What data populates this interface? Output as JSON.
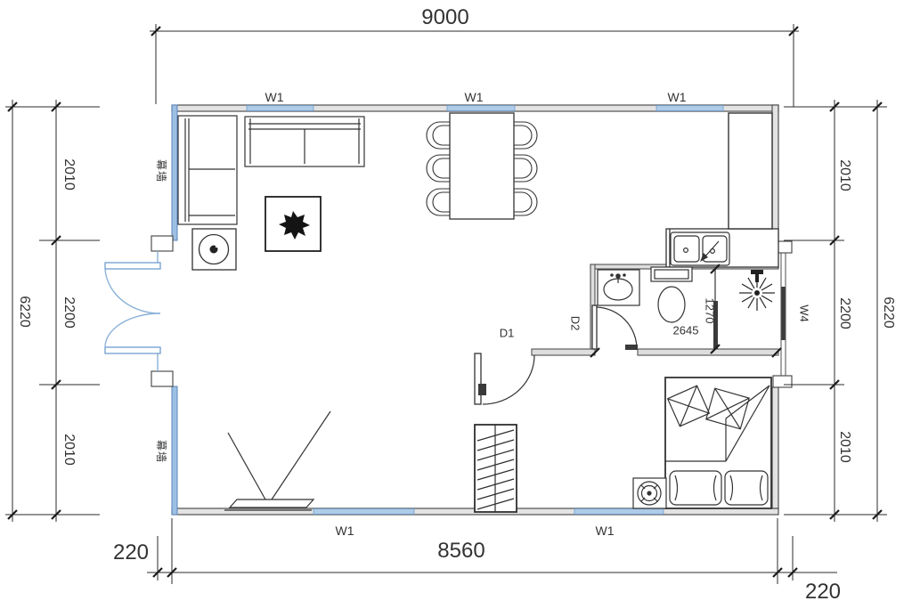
{
  "dims": {
    "total_width": "9000",
    "total_height": "6220",
    "inner_width": "8560",
    "side_offset_left": "220",
    "side_offset_right": "220",
    "seg_top": "2010",
    "seg_mid": "2200",
    "seg_bot": "2010",
    "bath_width": "2645",
    "bath_depth": "1270"
  },
  "windows": {
    "w1": "W1",
    "w4": "W4"
  },
  "doors": {
    "d1": "D1",
    "d2": "D2"
  },
  "annotations": {
    "curtain_wall": "幕墙"
  },
  "colors": {
    "wall_line": "#4f4f4f",
    "window_blue_fill": "#aecbe8",
    "window_blue_stroke": "#6f9ecf",
    "curtain_wall_blue": "#9cbfe3",
    "furniture_line": "#333333",
    "dimension_line": "#2b2b2b",
    "background": "#ffffff"
  }
}
